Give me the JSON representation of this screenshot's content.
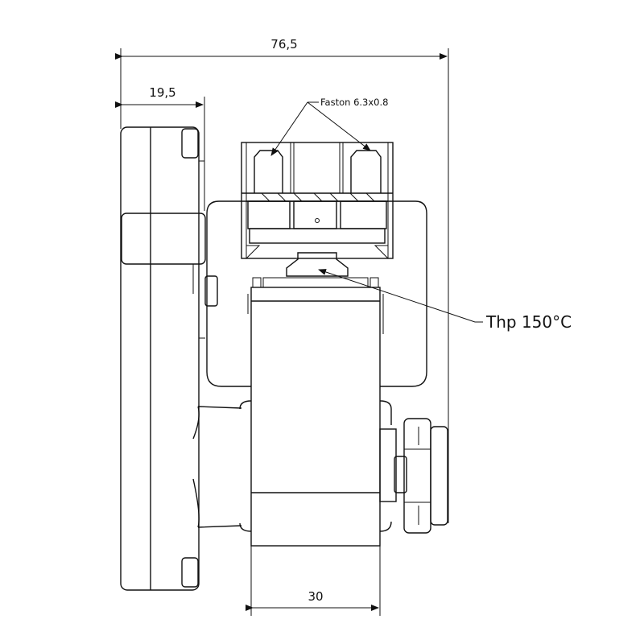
{
  "dimensions": {
    "overall_width": "76,5",
    "plate_depth": "19,5",
    "body_width": "30"
  },
  "callouts": {
    "faston": "Faston 6.3x0.8",
    "thermal_protector": "Thp 150°C"
  },
  "colors": {
    "line": "#111111",
    "background": "#ffffff"
  }
}
